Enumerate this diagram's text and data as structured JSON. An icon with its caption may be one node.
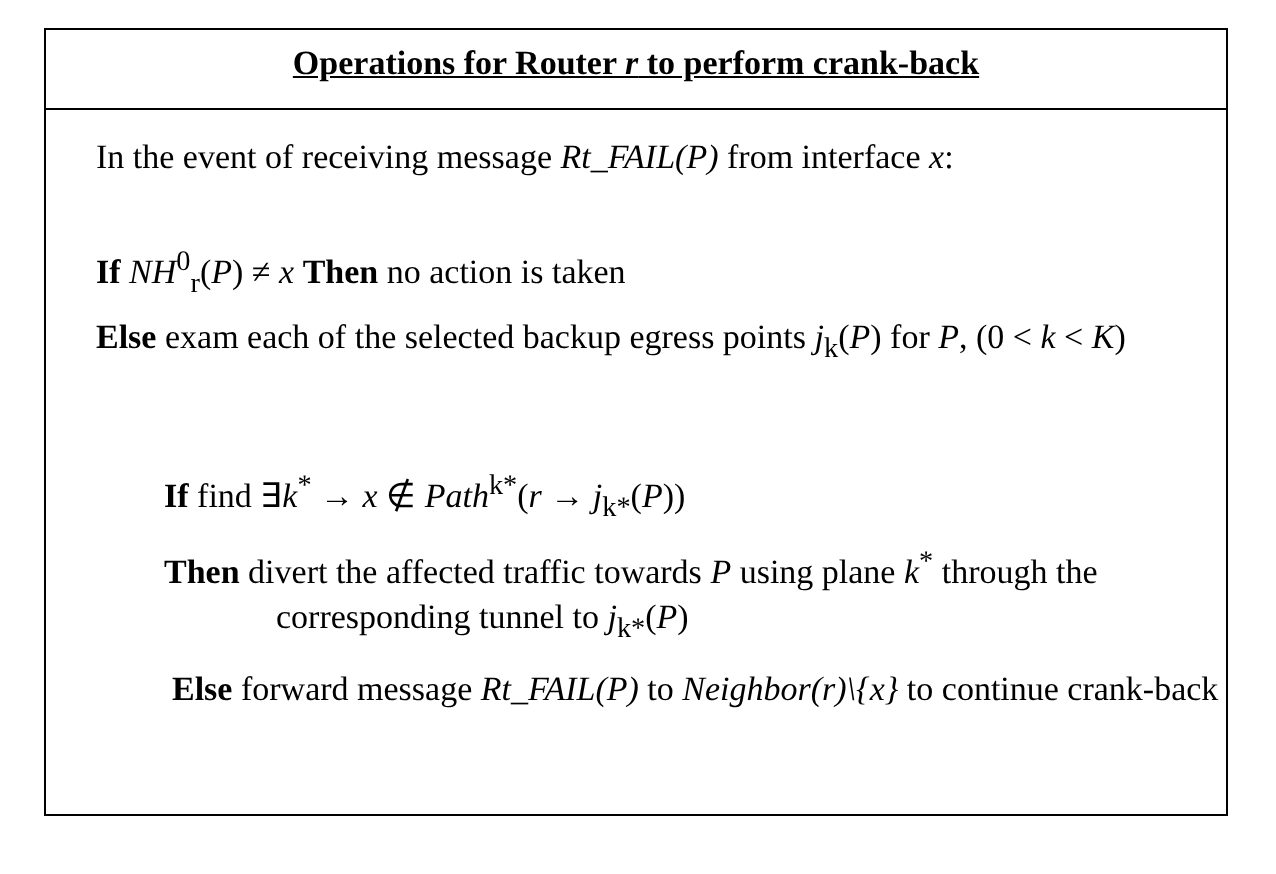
{
  "diagram": {
    "title": "Operations for Router *r* to perform crank-back",
    "labels": [
      "In the event of receiving message *Rt_FAIL(P)* from interface *x*:",
      "**If** *NH*$^{0}$$_{r}$(*P*) ≠ *x* **Then** no action is taken",
      "**Else** exam each of the selected backup egress points *j*$_{k}$(*P*) for *P*, (0 < *k* < *K*)",
      "**If** find ∃*k*$^{*}$ → *x* ∉ *Path*$^{k*}$(*r* → *j*$_{k*}$(*P*))",
      "**Then** divert the affected traffic towards *P* using plane *k*$^{*}$ through the corresponding tunnel to *j*$_{k*}$(*P*)",
      "**Else** forward message *Rt_FAIL(P)* to *Neighbor(r)\\{x}* to continue crank-back"
    ]
  }
}
